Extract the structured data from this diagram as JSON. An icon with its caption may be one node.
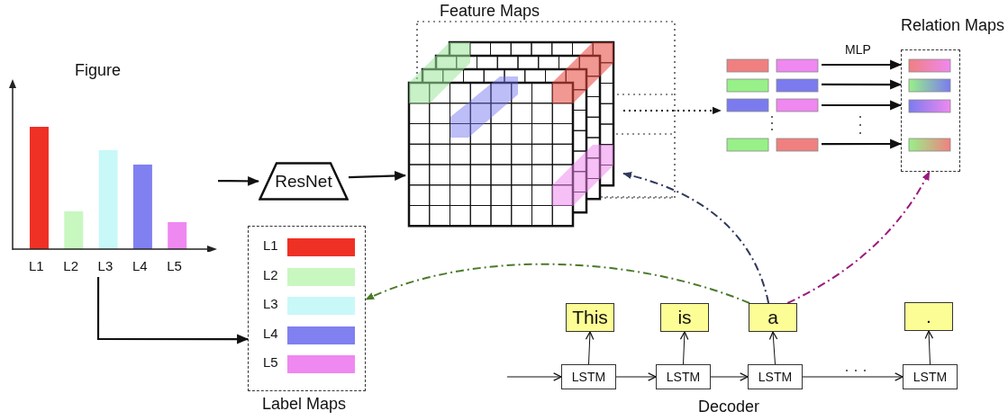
{
  "diagram": {
    "nodes": [
      {
        "text": [
          "Figure"
        ]
      },
      {
        "text": [
          "ResNet"
        ]
      },
      {
        "text": [
          "Feature Maps"
        ]
      },
      {
        "text": [],
        "shape": "picture"
      },
      {
        "text": [
          "Relation Maps"
        ]
      },
      {
        "text": [
          "Label Maps"
        ]
      },
      {
        "text": [
          "This"
        ]
      },
      {
        "text": [
          "is"
        ]
      },
      {
        "text": [
          "a"
        ]
      },
      {
        "text": [
          "."
        ]
      },
      {
        "text": [
          "LSTM"
        ]
      },
      {
        "text": [
          "LSTM"
        ]
      },
      {
        "text": [
          "LSTM"
        ]
      },
      {
        "text": [
          "LSTM"
        ]
      }
    ],
    "edges": [
      {
        "from": 0,
        "to": 1,
        "arrow": "to"
      },
      {
        "from": 1,
        "to": 2,
        "arrow": "to"
      },
      {
        "from": 2,
        "to": 3,
        "arrow": "to",
        "style": "dashed"
      },
      {
        "from": 3,
        "to": 4,
        "arrow": "to",
        "label": "MLP"
      },
      {
        "from": 3,
        "to": 4,
        "arrow": "to"
      },
      {
        "from": 3,
        "to": 4,
        "arrow": "to"
      },
      {
        "from": 3,
        "to": 4,
        "arrow": "to"
      },
      {
        "from": 0,
        "to": 5,
        "arrow": "to"
      },
      {
        "from": 8,
        "to": 2,
        "arrow": "to",
        "style": "dashed",
        "color": "#2f3a5c"
      },
      {
        "from": 8,
        "to": 4,
        "arrow": "to",
        "style": "dashed",
        "color": "#9b1b7f"
      },
      {
        "from": 8,
        "to": 5,
        "arrow": "to",
        "style": "dashed",
        "color": "#4a7a2a"
      },
      {
        "from": null,
        "to": 10,
        "arrow": "to"
      },
      {
        "from": 10,
        "to": 11,
        "arrow": "to"
      },
      {
        "from": 11,
        "to": 12,
        "arrow": "to"
      },
      {
        "from": 12,
        "to": 13,
        "arrow": "to"
      },
      {
        "from": 10,
        "to": 6,
        "arrow": "to"
      },
      {
        "from": 11,
        "to": 7,
        "arrow": "to"
      },
      {
        "from": 12,
        "to": 8,
        "arrow": "to"
      },
      {
        "from": 13,
        "to": 9,
        "arrow": "to"
      }
    ],
    "labels": [
      "L1",
      "L2",
      "L3",
      "L4",
      "L5",
      "L1",
      "L2",
      "L3",
      "L4",
      "L5",
      "Decoder"
    ]
  }
}
